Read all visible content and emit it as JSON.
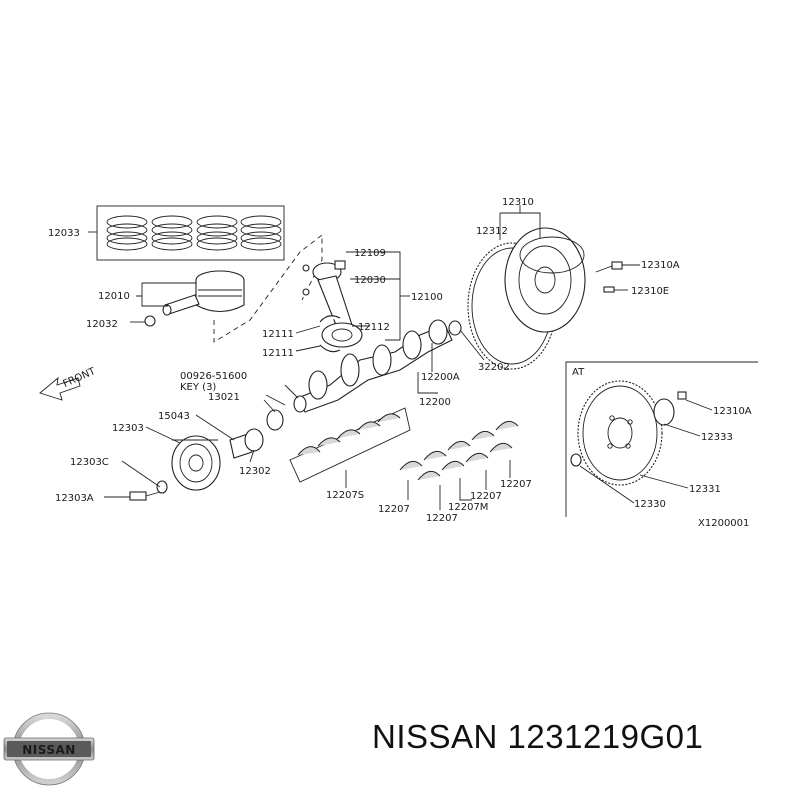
{
  "diagram": {
    "labels": {
      "12033": "12033",
      "12010": "12010",
      "12032": "12032",
      "12109": "12109",
      "12030": "12030",
      "12100": "12100",
      "12111a": "12111",
      "12111b": "12111",
      "12112": "12112",
      "00926": "00926-51600",
      "key": "KEY (3)",
      "13021": "13021",
      "15043": "15043",
      "12303": "12303",
      "12303C": "12303C",
      "12303A": "12303A",
      "12302": "12302",
      "12207S": "12207S",
      "12207a": "12207",
      "12207b": "12207",
      "12207M": "12207M",
      "12207c": "12207",
      "12207d": "12207",
      "12200A": "12200A",
      "12200": "12200",
      "32202": "32202",
      "12310": "12310",
      "12312": "12312",
      "12310A": "12310A",
      "12310E": "12310E",
      "front": "FRONT",
      "at": "AT",
      "12310A_at": "12310A",
      "12333": "12333",
      "12331": "12331",
      "12330": "12330",
      "code": "X1200001"
    }
  },
  "footer": {
    "logo_text": "NISSAN",
    "brand_part": "NISSAN 1231219G01"
  }
}
